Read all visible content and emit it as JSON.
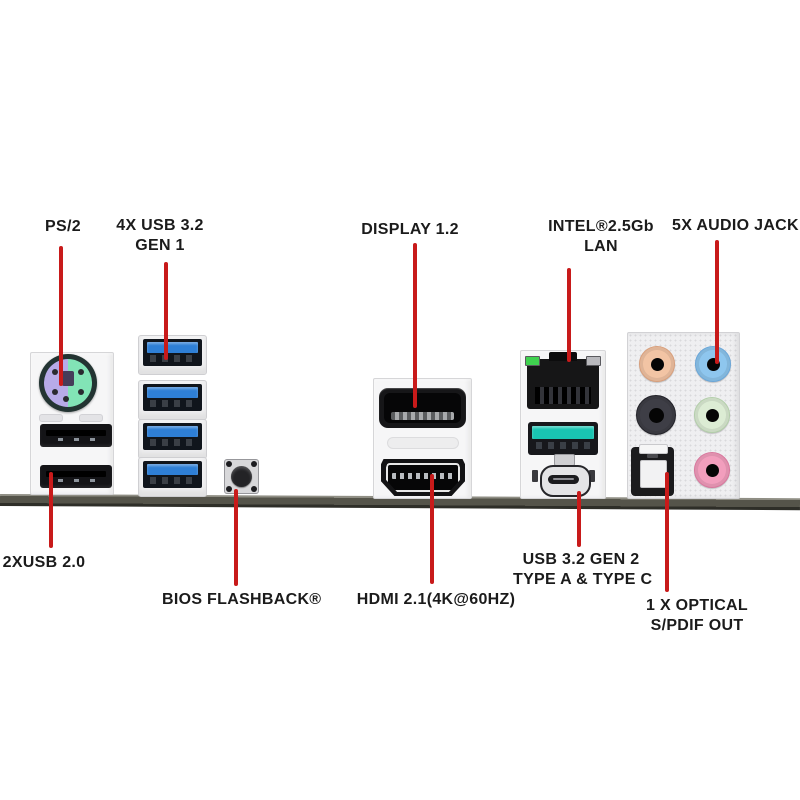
{
  "diagram": {
    "kind": "motherboard-rear-io-callout-diagram",
    "background": "#ffffff"
  },
  "labels": {
    "ps2": "PS/2",
    "usb32_gen1_line1": "4X USB 3.2",
    "usb32_gen1_line2": "GEN 1",
    "displayport": "DISPLAY 1.2",
    "lan_line1": "INTEL®2.5Gb",
    "lan_line2": "LAN",
    "audio": "5X AUDIO JACK",
    "usb20": "2XUSB 2.0",
    "bios_flashback": "BIOS FLASHBACK®",
    "hdmi": "HDMI 2.1(4K@60HZ)",
    "usb32_gen2_line1": "USB 3.2 GEN 2",
    "usb32_gen2_line2": "TYPE A & TYPE C",
    "optical_line1": "1 X OPTICAL",
    "optical_line2": "S/PDIF OUT"
  },
  "colors": {
    "leader_line": "#c81a1a",
    "label_text": "#1b1b1b",
    "pcb_bar": "#55544a",
    "usb3_blue": "#2e7fd6",
    "usb2_black": "#141417",
    "usb_gen2_teal": "#19c4b2",
    "ps2_purple": "#b7abe8",
    "ps2_green": "#82e4b6",
    "lan_led_green": "#3fd14f",
    "audio_peach": "#f2c4a4",
    "audio_blue": "#8ec6ee",
    "audio_black": "#3e3e46",
    "audio_green": "#dcecd4",
    "audio_pink": "#f29ebd",
    "optical_body": "#1b1b1d"
  },
  "port_icons": [
    "ps2-port",
    "usb2-port-1",
    "usb2-port-2",
    "usb3-port-1",
    "usb3-port-2",
    "usb3-port-3",
    "usb3-port-4",
    "bios-flashback-button",
    "displayport-port",
    "hdmi-port",
    "lan-rj45-port",
    "usb3-gen2-type-a-port",
    "usb-type-c-port",
    "audio-jack-peach",
    "audio-jack-blue",
    "audio-jack-black",
    "audio-jack-green",
    "audio-jack-pink",
    "optical-spdif-port"
  ]
}
